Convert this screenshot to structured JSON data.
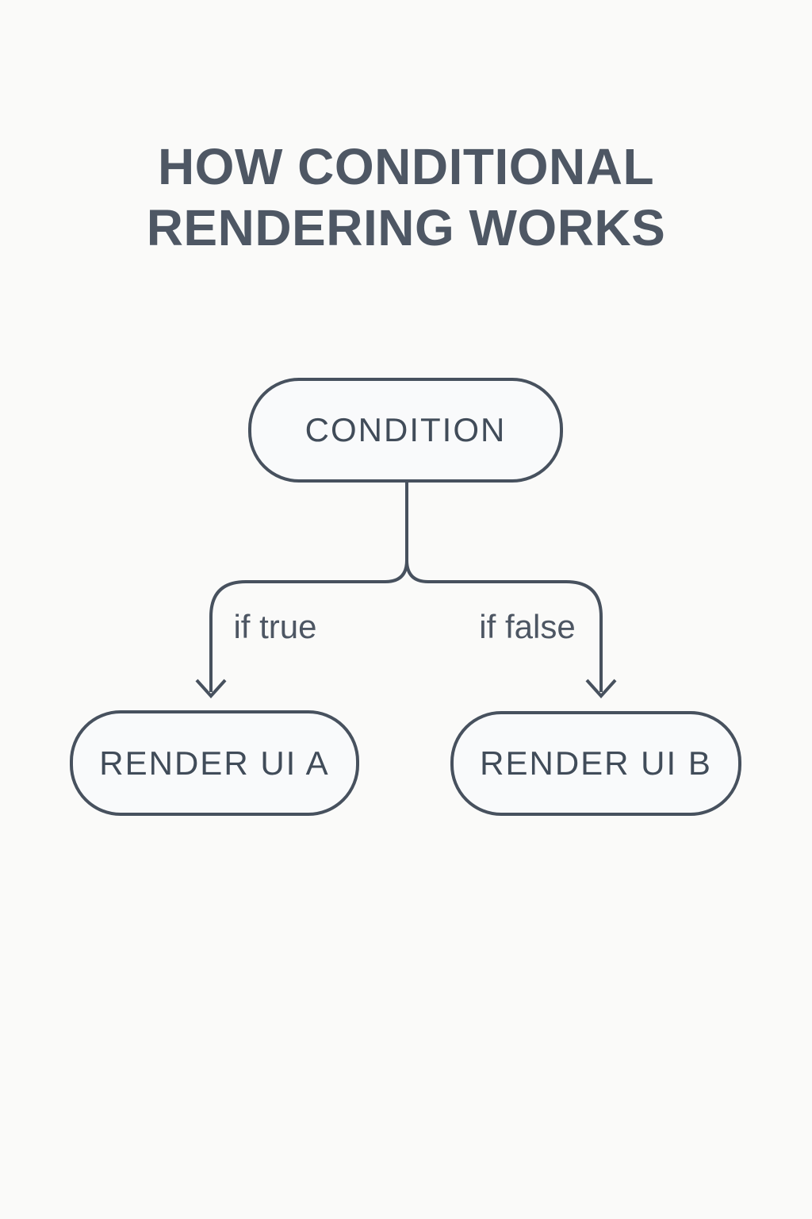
{
  "title": {
    "line1": "HOW CONDITIONAL",
    "line2": "RENDERING WORKS"
  },
  "flowchart": {
    "type": "decision-tree",
    "root": {
      "label": "CONDITION"
    },
    "branches": [
      {
        "condition": "if true",
        "result": {
          "label": "RENDER UI A"
        }
      },
      {
        "condition": "if false",
        "result": {
          "label": "RENDER UI B"
        }
      }
    ]
  },
  "colors": {
    "background": "#fafaf9",
    "node_fill": "#f9fafb",
    "line": "#47515e",
    "title_text": "#4e5764",
    "node_text": "#414c59",
    "label_text": "#4d5663"
  }
}
